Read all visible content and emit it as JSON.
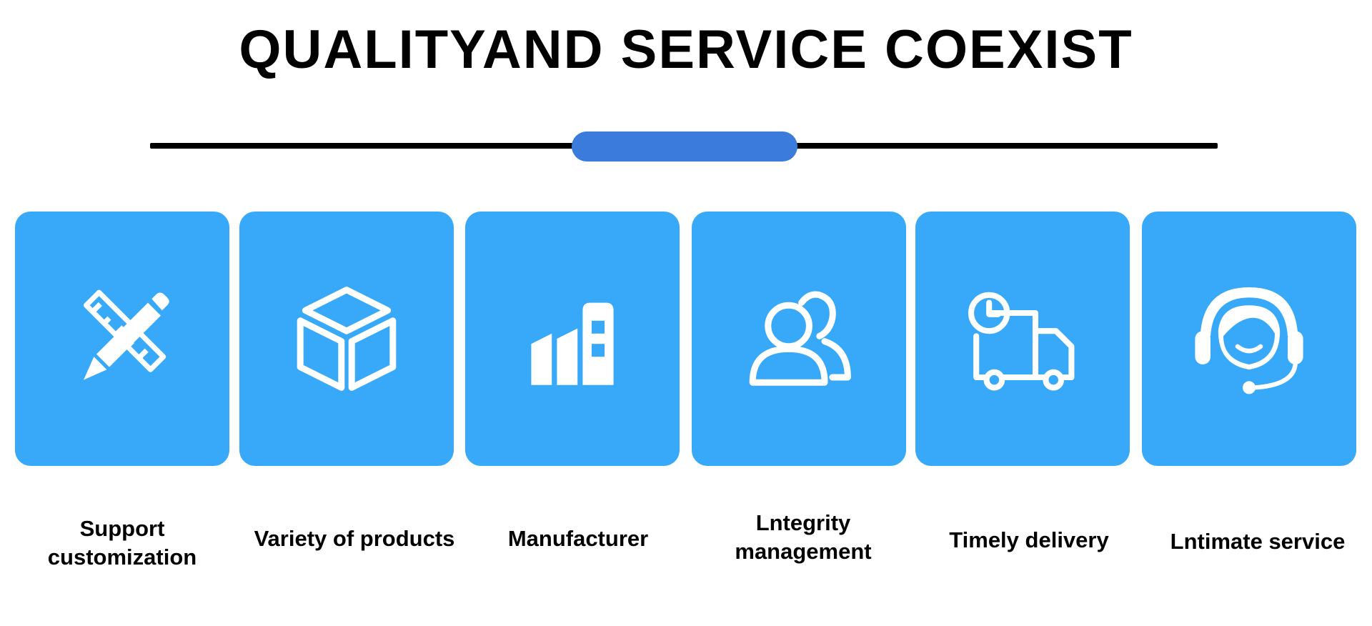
{
  "header": {
    "title": "QUALITYAND SERVICE COEXIST"
  },
  "colors": {
    "tile": "#37a9f8",
    "accent": "#3b7bdb",
    "line": "#000000",
    "icon": "#ffffff"
  },
  "features": [
    {
      "label": "Support customization",
      "icon": "pencil-ruler-icon"
    },
    {
      "label": "Variety of products",
      "icon": "cube-icon"
    },
    {
      "label": "Manufacturer",
      "icon": "factory-buildings-icon"
    },
    {
      "label": "Lntegrity management",
      "icon": "users-icon"
    },
    {
      "label": "Timely delivery",
      "icon": "delivery-truck-clock-icon"
    },
    {
      "label": "Lntimate service",
      "icon": "headset-agent-icon"
    }
  ]
}
